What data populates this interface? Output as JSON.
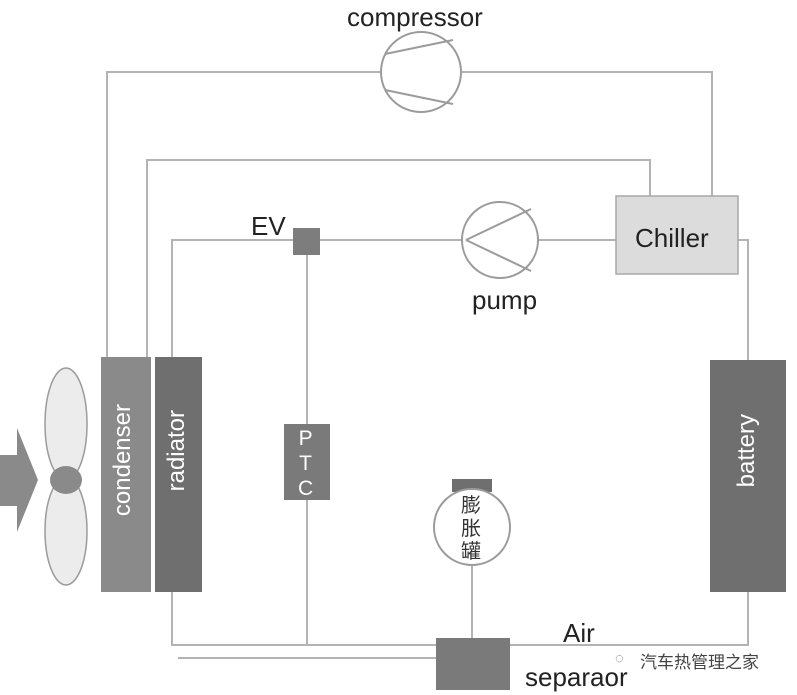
{
  "components": {
    "compressor": "compressor",
    "chiller": "Chiller",
    "ev": "EV",
    "pump": "pump",
    "condenser": "condenser",
    "radiator": "radiator",
    "ptc": [
      "P",
      "T",
      "C"
    ],
    "expansion_tank": [
      "膨",
      "胀",
      "罐"
    ],
    "battery": "battery",
    "air": "Air",
    "separator": "separaor"
  },
  "watermark": "汽车热管理之家",
  "colors": {
    "pipe": "#b3b3b3",
    "dark_block": "#6f6f6f",
    "mid_block": "#8a8a8a",
    "light_block": "#dcdcdc",
    "fan": "#e9e9e9"
  },
  "icons": [
    "fan-icon",
    "airflow-arrow-icon",
    "compressor-icon",
    "pump-icon",
    "wechat-icon"
  ]
}
